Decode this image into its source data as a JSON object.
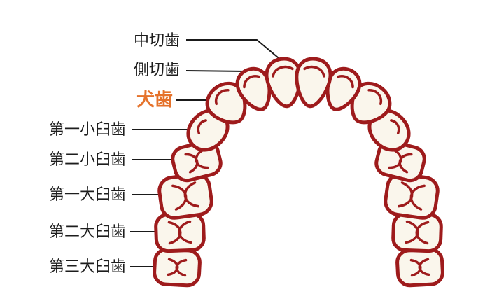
{
  "figure": {
    "description_labels": [
      {
        "text": "中切歯",
        "tooth": "central-incisor",
        "highlighted": false
      },
      {
        "text": "側切歯",
        "tooth": "lateral-incisor",
        "highlighted": false
      },
      {
        "text": "犬歯",
        "tooth": "canine",
        "highlighted": true
      },
      {
        "text": "第一小臼歯",
        "tooth": "first-premolar",
        "highlighted": false
      },
      {
        "text": "第二小臼歯",
        "tooth": "second-premolar",
        "highlighted": false
      },
      {
        "text": "第一大臼歯",
        "tooth": "first-molar",
        "highlighted": false
      },
      {
        "text": "第二大臼歯",
        "tooth": "second-molar",
        "highlighted": false
      },
      {
        "text": "第三大臼歯",
        "tooth": "third-molar",
        "highlighted": false
      }
    ],
    "colors": {
      "background": "#ffffff",
      "tooth_outline": "#9e1b1c",
      "tooth_fill": "#faf6ec",
      "label_text": "#1d1d1d",
      "highlight_label": "#e5722b",
      "pointer_line": "#1a1a1a"
    }
  }
}
